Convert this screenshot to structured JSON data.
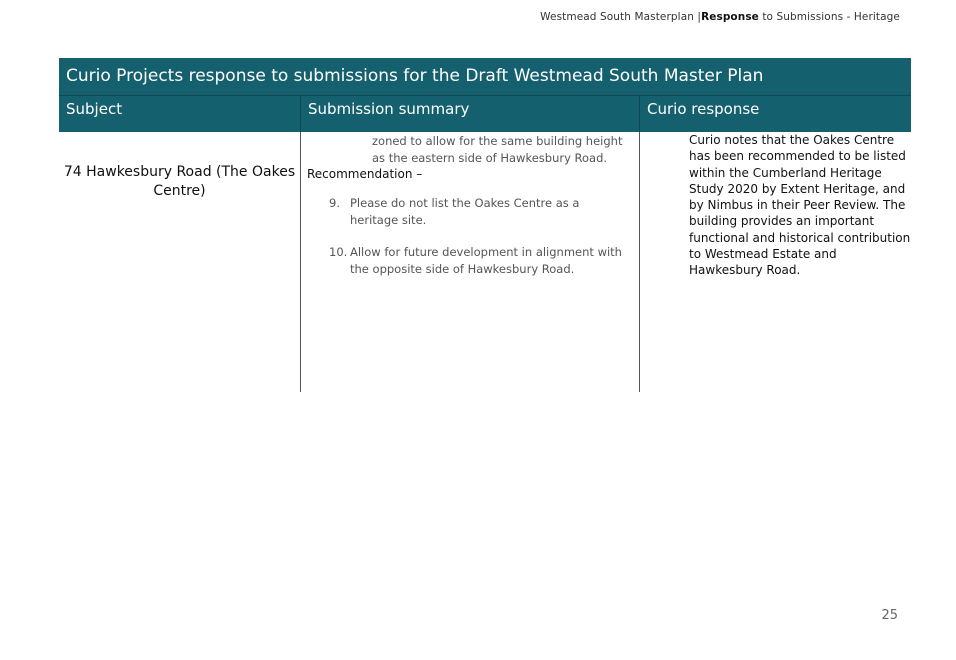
{
  "header": {
    "doc_title": "Westmead South Masterplan |",
    "doc_section_bold": "Response",
    "doc_section_rest": " to Submissions - Heritage"
  },
  "table": {
    "title": "Curio Projects response to submissions for the  Draft Westmead South Master Plan",
    "columns": [
      "Subject",
      "Submission summary",
      "Curio response"
    ],
    "row": {
      "subject": "74 Hawkesbury Road (The Oakes Centre)",
      "summary_continuation": "zoned to allow for the same building height as the eastern side of Hawkesbury Road.",
      "recommendation_label": "Recommendation –",
      "recommendations": [
        {
          "num": "9.",
          "text": "Please do not list the Oakes Centre as a heritage site."
        },
        {
          "num": "10.",
          "text": "Allow for future development in alignment with the opposite side of Hawkesbury Road."
        }
      ],
      "response": "Curio notes that the Oakes Centre has been recommended to be listed within the Cumberland Heritage Study 2020 by Extent Heritage, and by Nimbus in their Peer Review. The building provides an important functional and historical contribution to Westmead Estate and Hawkesbury Road."
    }
  },
  "footer": {
    "page_number": "25"
  },
  "colors": {
    "table_header_bg": "#14606e",
    "table_header_text": "#ffffff"
  }
}
